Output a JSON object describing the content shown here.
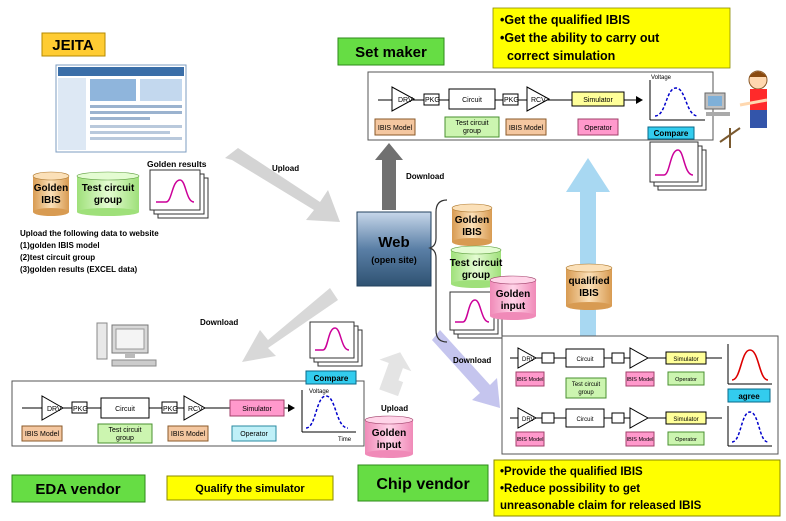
{
  "actors": {
    "jeita": "JEITA",
    "set_maker": "Set maker",
    "eda_vendor": "EDA vendor",
    "chip_vendor": "Chip vendor",
    "web_title": "Web",
    "web_subtitle": "(open site)"
  },
  "set_maker_notes": [
    "•Get the qualified IBIS",
    "•Get the ability to carry out",
    "  correct simulation"
  ],
  "chip_vendor_notes": [
    "•Provide the qualified IBIS",
    "•Reduce possibility to get",
    "unreasonable claim for released IBIS"
  ],
  "eda_note": "Qualify the simulator",
  "jeita_section": {
    "golden_results_label": "Golden results",
    "golden_ibis": [
      "Golden",
      "IBIS"
    ],
    "test_circuit_group": [
      "Test circuit",
      "group"
    ],
    "upload_list": [
      "Upload the following data to website",
      "(1)golden IBIS model",
      "(2)test circuit group",
      "(3)golden results (EXCEL data)"
    ]
  },
  "web_stack": {
    "golden_ibis": [
      "Golden",
      "IBIS"
    ],
    "test_circuit": [
      "Test circuit",
      "group"
    ],
    "golden_input": [
      "Golden",
      "input"
    ],
    "qualified_ibis": [
      "qualified",
      "IBIS"
    ]
  },
  "arrows": {
    "upload_top": "Upload",
    "download_top": "Download",
    "download_left": "Download",
    "upload_bottom": "Upload",
    "download_right": "Download"
  },
  "eda_golden_input": [
    "Golden",
    "input"
  ],
  "chain": {
    "drv": "DRV",
    "pkg": "PKG",
    "circuit": "Circuit",
    "rcv": "RCV",
    "simulator": "Simulator",
    "ibis_model": "IBIS Model",
    "test_circuit_group": [
      "Test circuit",
      "group"
    ],
    "operator": "Operator",
    "compare": "Compare",
    "agree": "agree",
    "voltage": "Voltage",
    "time": "Time",
    "test_circuit_group_cv": [
      "Test circuit",
      "group"
    ]
  },
  "colors": {
    "yellow_note": "#ffff00",
    "green_label": "#66dd44",
    "ibis_model": "#f4c7a0",
    "test_group": "#ccf5b0",
    "simulator_pink": "#ff99cc",
    "operator_cyan": "#bff0f8",
    "compare_cyan": "#33ccee",
    "arrow_gray": "#c8c8c8",
    "arrow_blue": "#a8d8f2",
    "web_blue": "#5a7fa6"
  }
}
